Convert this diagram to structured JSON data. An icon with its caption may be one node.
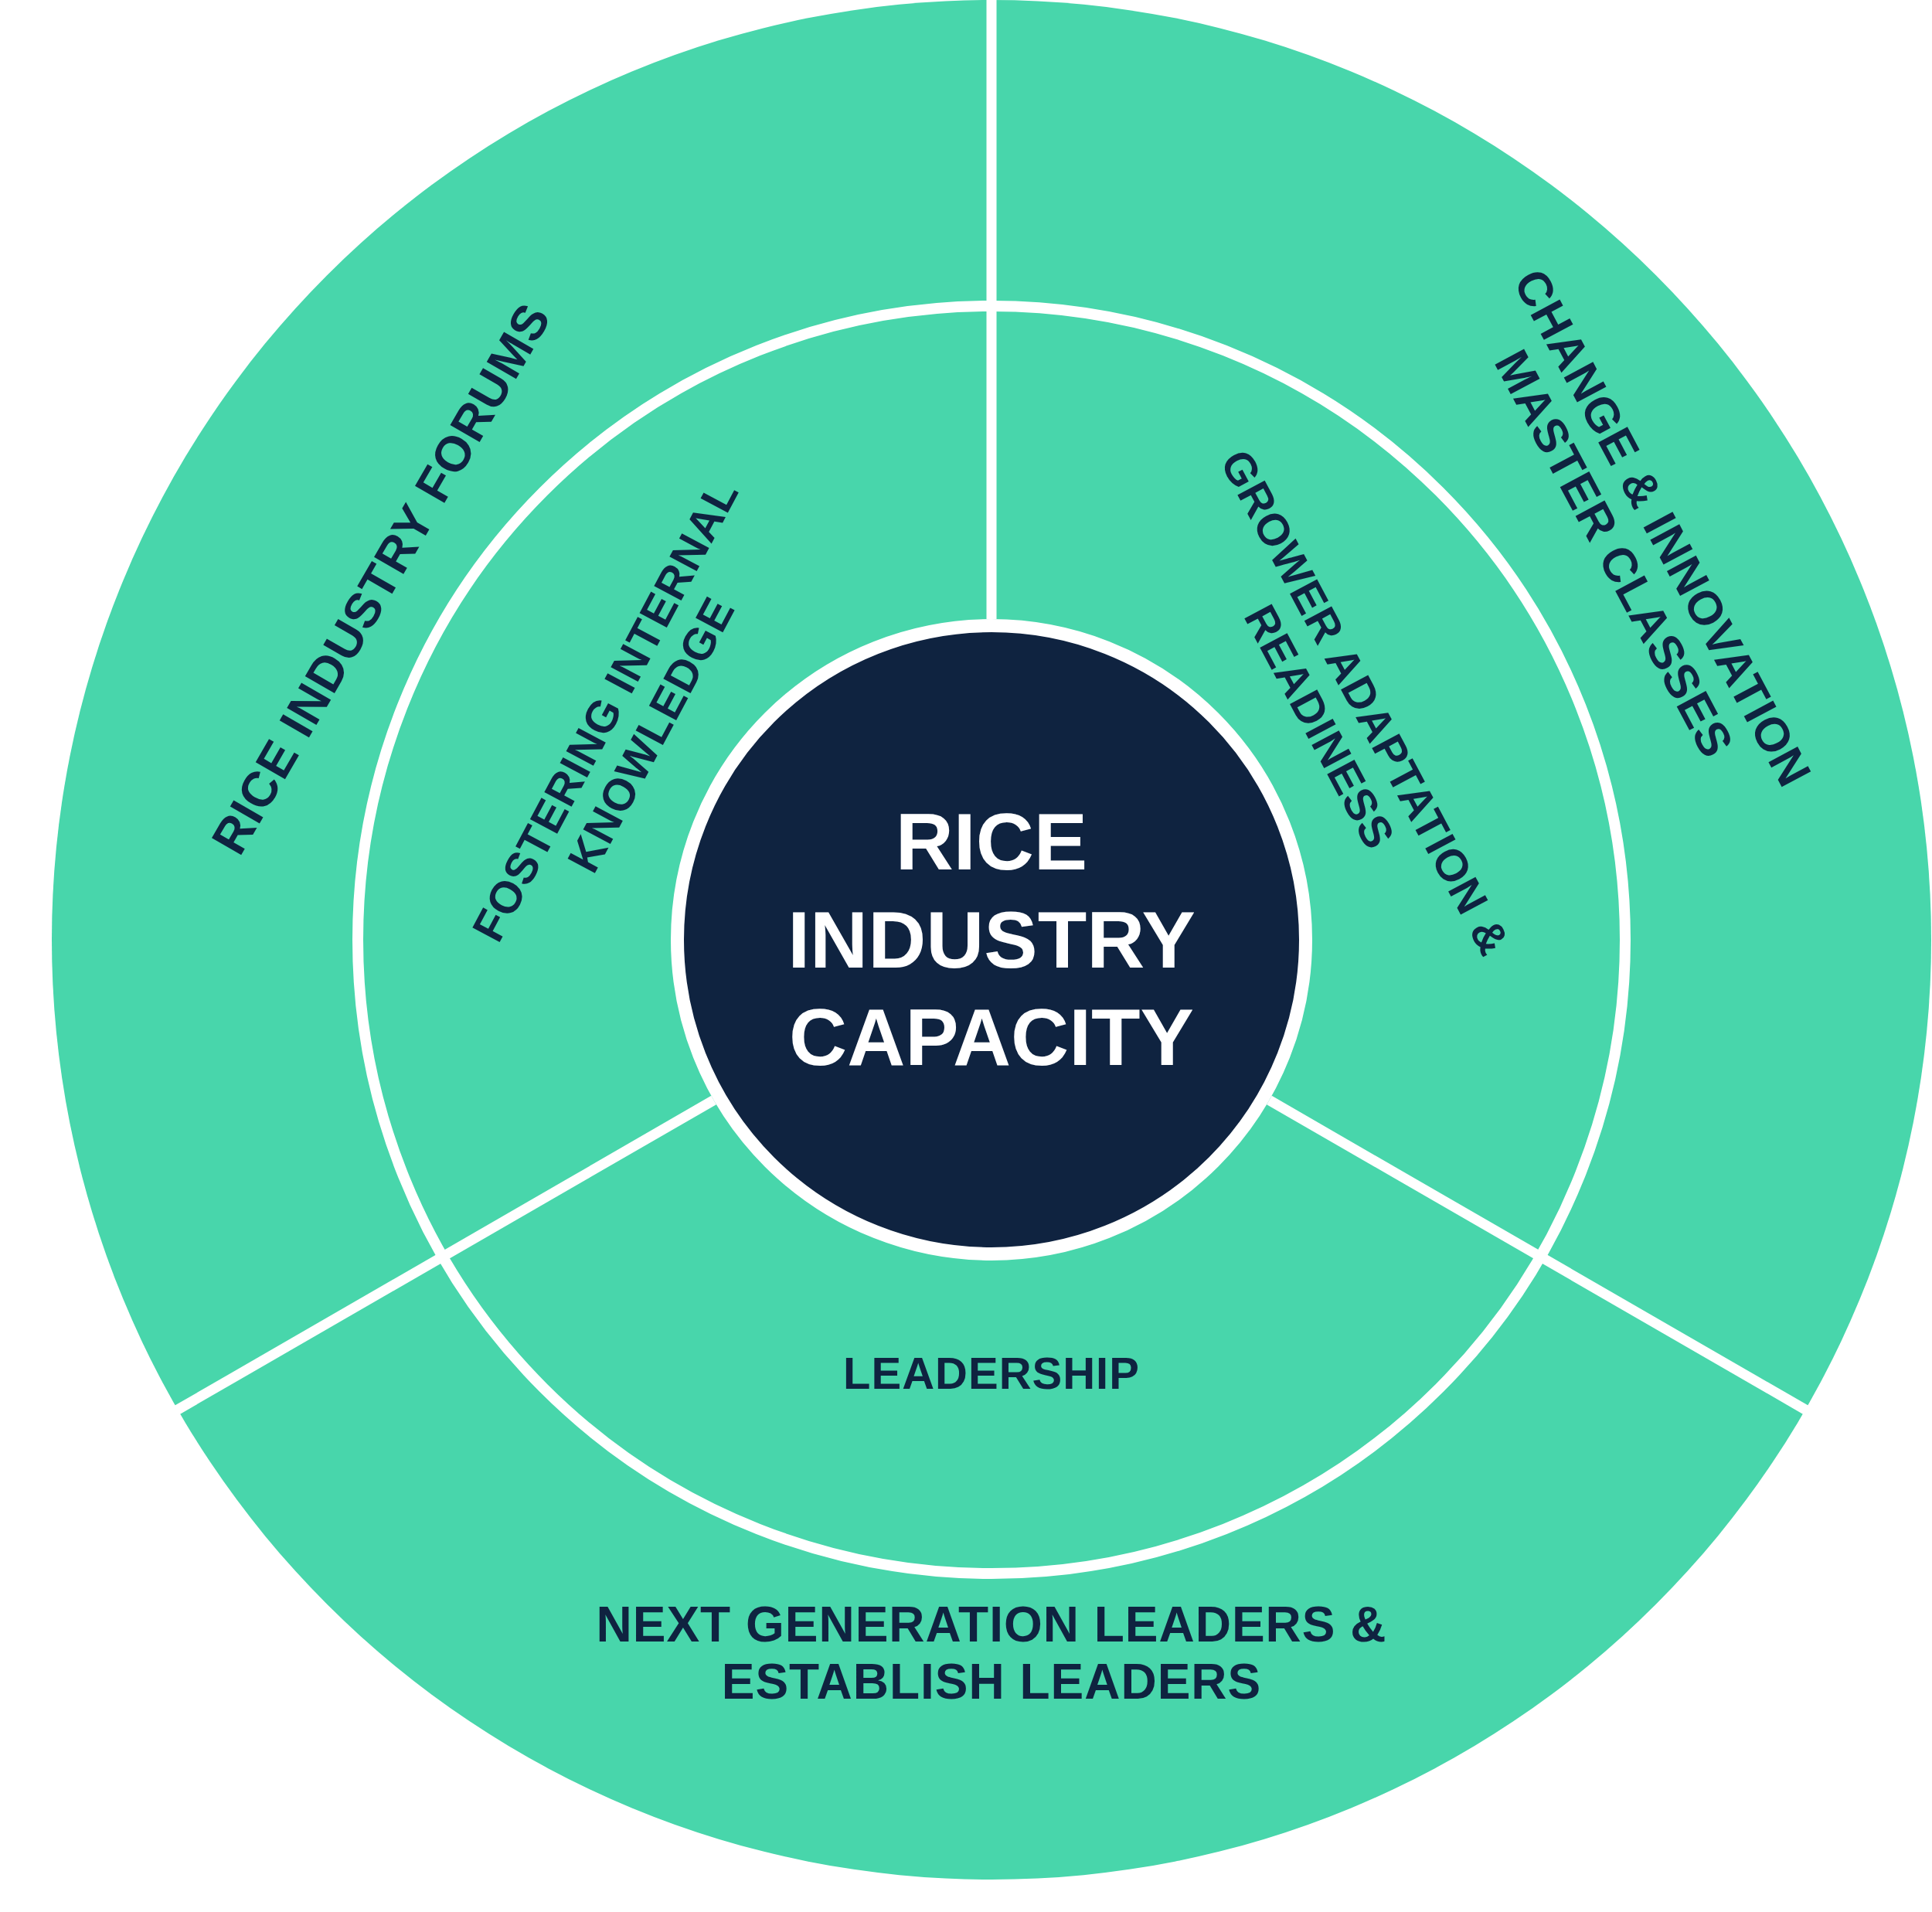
{
  "diagram": {
    "nodes": [
      {
        "text": [
          "RICE INDUSTRY FORUMS"
        ]
      },
      {
        "text": [
          "CHANGE & INNOVATION MASTER CLASSES"
        ]
      },
      {
        "text": [
          "FOSTERING INTERNAL KNOWLEDGE"
        ]
      },
      {
        "text": [
          "GROWER ADAPTATION & READINESS"
        ]
      },
      {
        "text": [
          "RICE INDUSTRY CAPACITY"
        ]
      },
      {
        "text": [
          "LEADERSHIP"
        ]
      },
      {
        "text": [
          "NEXT GENERATION LEADERS & ESTABLISH LEADERS"
        ]
      }
    ]
  }
}
